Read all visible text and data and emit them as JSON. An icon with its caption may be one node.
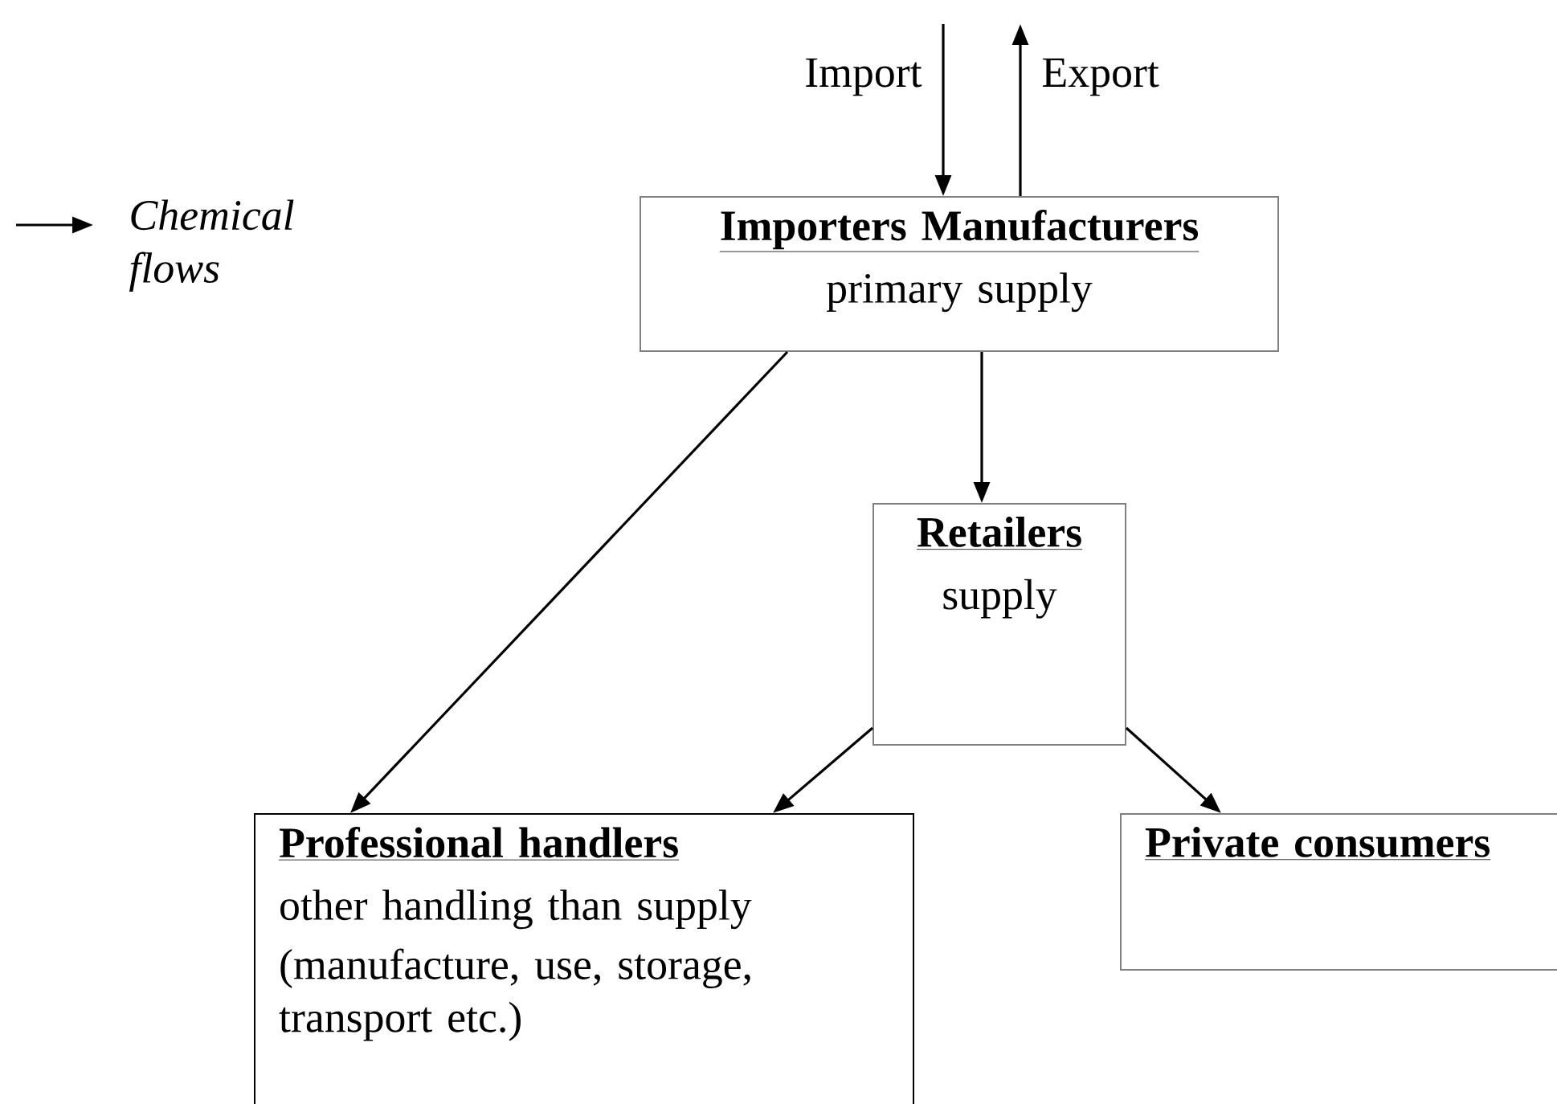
{
  "diagram": {
    "nodes": [
      {
        "text": [
          "Importers Manufacturers",
          "primary supply"
        ]
      },
      {
        "text": [
          "Retailers",
          "supply"
        ]
      },
      {
        "text": [
          "Professional handlers",
          "other handling than supply",
          "(manufacture, use, storage, transport etc.)"
        ]
      },
      {
        "text": [
          "Private consumers"
        ]
      }
    ],
    "edges": [
      {
        "from": null,
        "to": 0,
        "arrow": "to",
        "label": "Import"
      },
      {
        "from": 0,
        "to": null,
        "arrow": "to",
        "label": "Export"
      },
      {
        "from": 0,
        "to": 1,
        "arrow": "to"
      },
      {
        "from": 0,
        "to": 2,
        "arrow": "to"
      },
      {
        "from": 1,
        "to": 2,
        "arrow": "to"
      },
      {
        "from": 1,
        "to": 3,
        "arrow": "to"
      }
    ],
    "legend": [
      {
        "text": "Chemical flows"
      }
    ]
  }
}
